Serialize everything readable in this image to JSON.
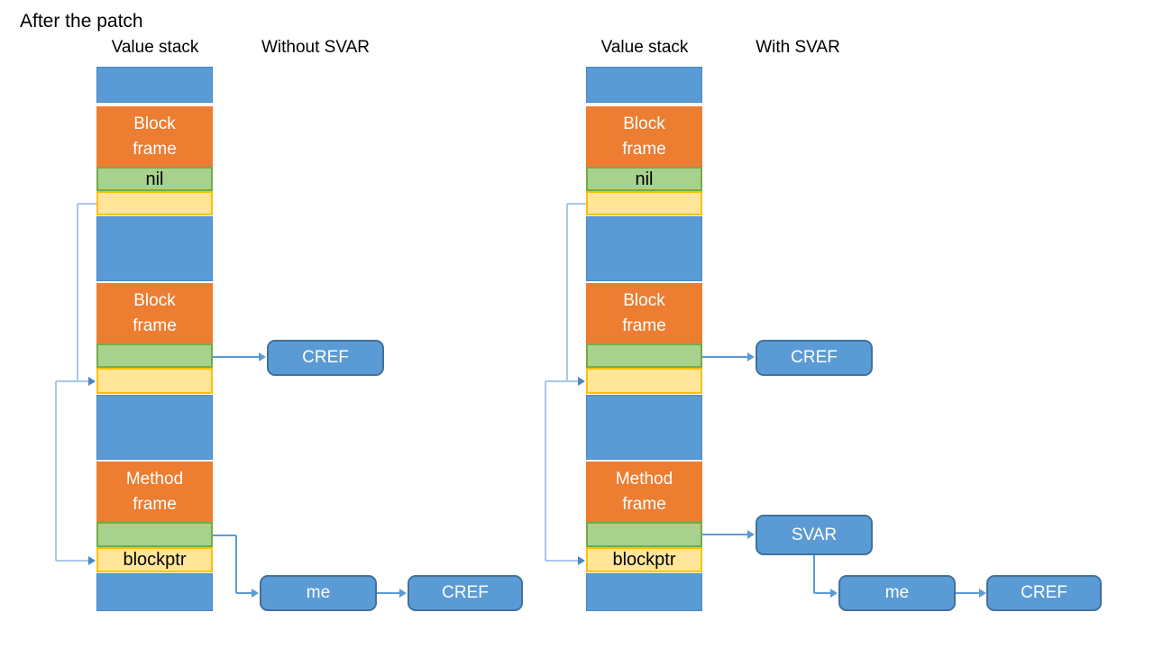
{
  "page": {
    "title": "After the patch",
    "background": "#ffffff"
  },
  "colors": {
    "segment_blue_fill": "#5B9BD5",
    "segment_blue_border": "#4A87C7",
    "segment_orange_fill": "#ED7D31",
    "segment_green_fill": "#A9D18E",
    "segment_green_border": "#70AD47",
    "segment_yellow_fill": "#FFE699",
    "segment_yellow_border": "#FFC000",
    "node_box_fill": "#5B9BD5",
    "node_box_border": "#41719C",
    "chain_line": "#AAC7E8",
    "pointer_line": "#5B9BD5",
    "arrowhead": "#4E86C4"
  },
  "diagrams": [
    {
      "stack_label": "Value stack",
      "variant_label": "Without SVAR",
      "segments": [
        {
          "type": "blue",
          "label": ""
        },
        {
          "type": "orange",
          "label": "Block\nframe"
        },
        {
          "type": "green",
          "label": "nil"
        },
        {
          "type": "yellow",
          "label": ""
        },
        {
          "type": "blue",
          "label": ""
        },
        {
          "type": "orange",
          "label": "Block\nframe"
        },
        {
          "type": "green",
          "label": ""
        },
        {
          "type": "yellow",
          "label": ""
        },
        {
          "type": "blue",
          "label": ""
        },
        {
          "type": "orange",
          "label": "Method\nframe"
        },
        {
          "type": "green",
          "label": ""
        },
        {
          "type": "yellow",
          "label": "blockptr"
        },
        {
          "type": "blue",
          "label": ""
        }
      ],
      "boxes": [
        {
          "label": "CREF"
        },
        {
          "label": "me"
        },
        {
          "label": "CREF"
        }
      ]
    },
    {
      "stack_label": "Value stack",
      "variant_label": "With SVAR",
      "segments": [
        {
          "type": "blue",
          "label": ""
        },
        {
          "type": "orange",
          "label": "Block\nframe"
        },
        {
          "type": "green",
          "label": "nil"
        },
        {
          "type": "yellow",
          "label": ""
        },
        {
          "type": "blue",
          "label": ""
        },
        {
          "type": "orange",
          "label": "Block\nframe"
        },
        {
          "type": "green",
          "label": ""
        },
        {
          "type": "yellow",
          "label": ""
        },
        {
          "type": "blue",
          "label": ""
        },
        {
          "type": "orange",
          "label": "Method\nframe"
        },
        {
          "type": "green",
          "label": ""
        },
        {
          "type": "yellow",
          "label": "blockptr"
        },
        {
          "type": "blue",
          "label": ""
        }
      ],
      "boxes": [
        {
          "label": "CREF"
        },
        {
          "label": "SVAR"
        },
        {
          "label": "me"
        },
        {
          "label": "CREF"
        }
      ]
    }
  ]
}
